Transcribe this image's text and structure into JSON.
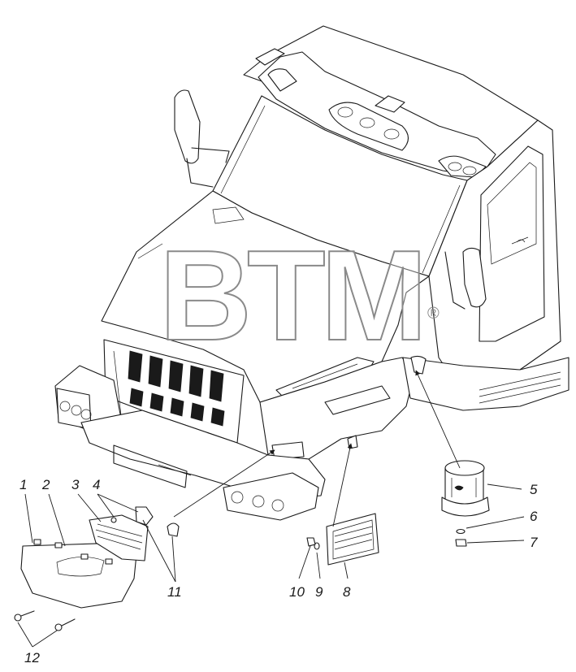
{
  "diagram": {
    "watermark": {
      "text": "BTM",
      "mark": "®"
    },
    "callouts": [
      {
        "id": "c1",
        "label": "1"
      },
      {
        "id": "c2",
        "label": "2"
      },
      {
        "id": "c3",
        "label": "3"
      },
      {
        "id": "c4",
        "label": "4"
      },
      {
        "id": "c5",
        "label": "5"
      },
      {
        "id": "c6",
        "label": "6"
      },
      {
        "id": "c7",
        "label": "7"
      },
      {
        "id": "c8",
        "label": "8"
      },
      {
        "id": "c9",
        "label": "9"
      },
      {
        "id": "c10",
        "label": "10"
      },
      {
        "id": "c11",
        "label": "11"
      },
      {
        "id": "c12",
        "label": "12"
      }
    ]
  }
}
